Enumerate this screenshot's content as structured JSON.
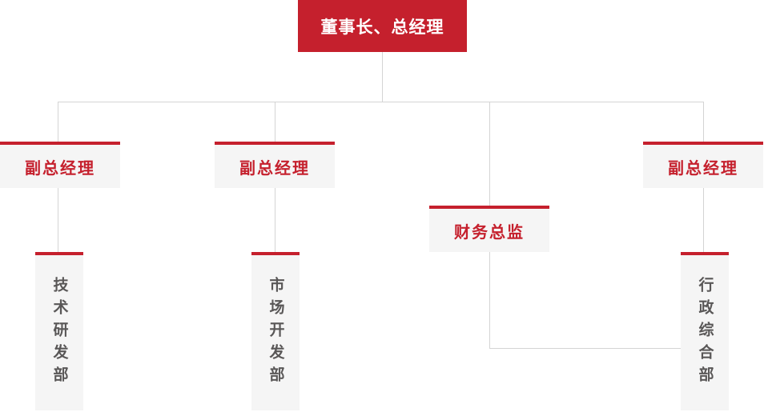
{
  "palette": {
    "red": "#c5202d",
    "box_bg": "#f5f5f5",
    "line": "#d4d4d4",
    "text_gray": "#595757",
    "white": "#ffffff"
  },
  "org": {
    "root": {
      "label": "董事长、总经理"
    },
    "managers": [
      {
        "label": "副总经理"
      },
      {
        "label": "副总经理"
      },
      {
        "label": "财务总监"
      },
      {
        "label": "副总经理"
      }
    ],
    "departments": [
      {
        "label": "技术研发部"
      },
      {
        "label": "市场开发部"
      },
      {
        "label": "行政综合部"
      }
    ]
  }
}
